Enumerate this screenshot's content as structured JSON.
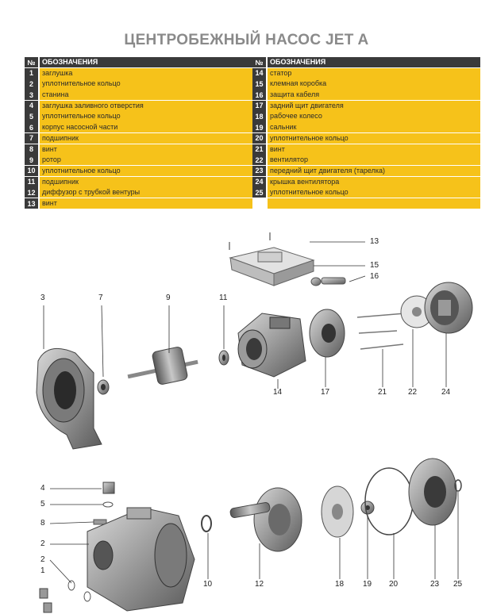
{
  "title": "ЦЕНТРОБЕЖНЫЙ НАСОС JET A",
  "table": {
    "header_num": "№",
    "header_label": "ОБОЗНАЧЕНИЯ",
    "left": [
      {
        "n": "1",
        "label": "заглушка"
      },
      {
        "n": "2",
        "label": "уплотнительное кольцо"
      },
      {
        "n": "3",
        "label": "станина"
      },
      {
        "n": "4",
        "label": "заглушка заливного отверстия"
      },
      {
        "n": "5",
        "label": "уплотнительное кольцо"
      },
      {
        "n": "6",
        "label": "корпус насосной части"
      },
      {
        "n": "7",
        "label": "подшипник"
      },
      {
        "n": "8",
        "label": "винт"
      },
      {
        "n": "9",
        "label": "ротор"
      },
      {
        "n": "10",
        "label": "уплотнительное кольцо"
      },
      {
        "n": "11",
        "label": "подшипник"
      },
      {
        "n": "12",
        "label": "диффузор с трубкой вентуры"
      },
      {
        "n": "13",
        "label": "винт"
      }
    ],
    "right": [
      {
        "n": "14",
        "label": "статор"
      },
      {
        "n": "15",
        "label": "клемная коробка"
      },
      {
        "n": "16",
        "label": "защита кабеля"
      },
      {
        "n": "17",
        "label": "задний щит двигателя"
      },
      {
        "n": "18",
        "label": "рабочее колесо"
      },
      {
        "n": "19",
        "label": "сальник"
      },
      {
        "n": "20",
        "label": "уплотнительное кольцо"
      },
      {
        "n": "21",
        "label": "винт"
      },
      {
        "n": "22",
        "label": "вентилятор"
      },
      {
        "n": "23",
        "label": "передний щит двигателя (тарелка)"
      },
      {
        "n": "24",
        "label": "крышка вентилятора"
      },
      {
        "n": "25",
        "label": "уплотнительное кольцо"
      }
    ]
  },
  "callouts": [
    "13",
    "15",
    "16",
    "3",
    "7",
    "9",
    "11",
    "14",
    "17",
    "21",
    "22",
    "24",
    "4",
    "5",
    "8",
    "2",
    "2",
    "1",
    "10",
    "12",
    "18",
    "19",
    "20",
    "23",
    "25"
  ]
}
